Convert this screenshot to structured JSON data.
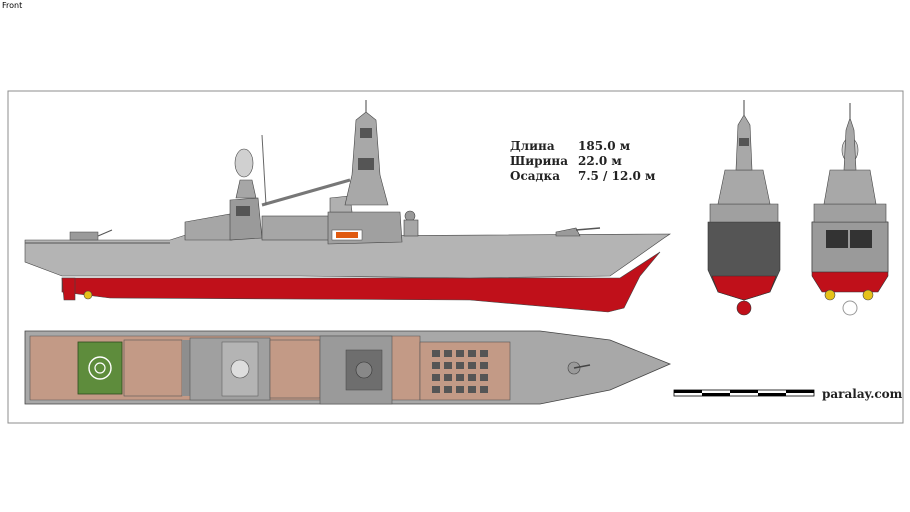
{
  "viewport": {
    "view_label": "Front"
  },
  "specs": [
    {
      "label": "Длина",
      "value": "185.0 м"
    },
    {
      "label": "Ширина",
      "value": "22.0 м"
    },
    {
      "label": "Осадка",
      "value": "7.5 / 12.0 м"
    }
  ],
  "watermark": "paralay.com",
  "colors": {
    "hull_upper": "#b4b4b4",
    "hull_lower": "#c0101a",
    "deck": "#c39a86",
    "helipad": "#5e8c3c",
    "superstructure": "#9a9a9a",
    "frame": "#8c8c8c"
  }
}
